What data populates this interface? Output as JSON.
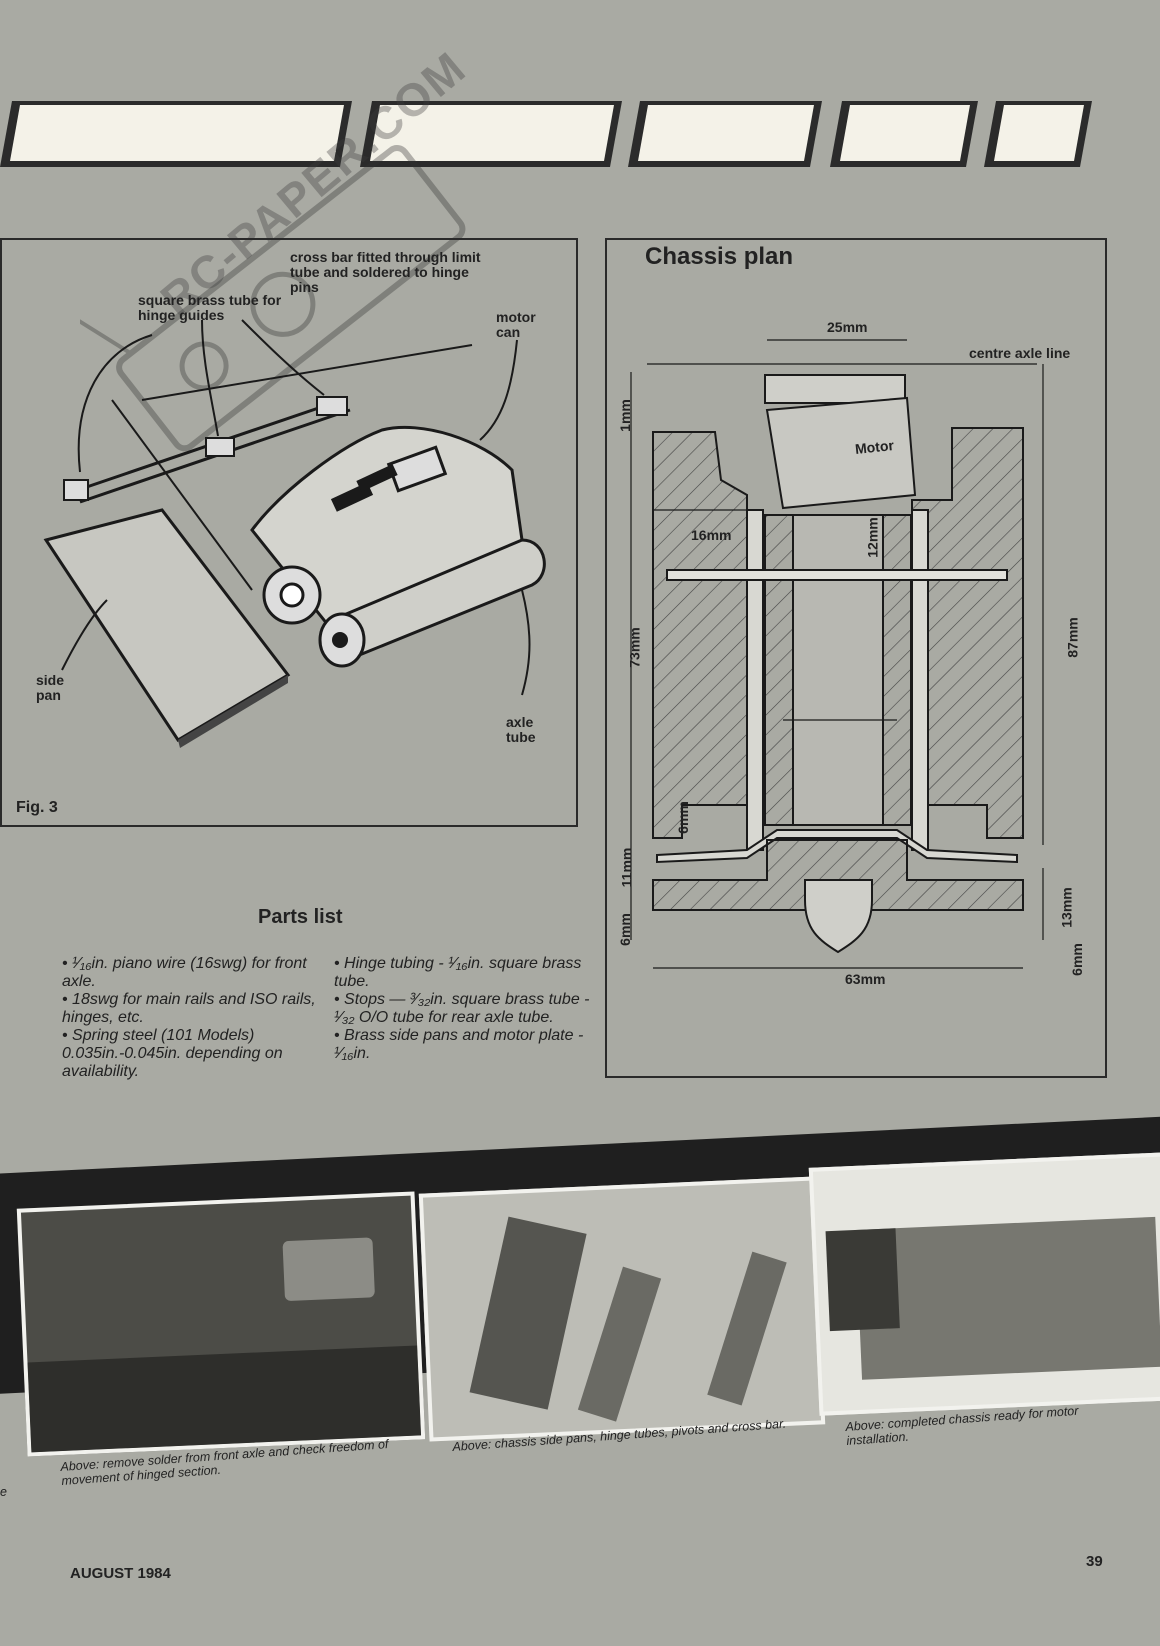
{
  "fig3": {
    "label_crossbar": "cross bar fitted through limit tube and soldered to hinge pins",
    "label_square_tube": "square brass tube for hinge guides",
    "label_motor_can": "motor can",
    "label_side_pan": "side pan",
    "label_axle_tube": "axle tube",
    "caption": "Fig. 3"
  },
  "chassis_plan": {
    "title": "Chassis plan",
    "dim_25": "25mm",
    "centre_axle_line": "centre axle line",
    "dim_1": "1mm",
    "motor": "Motor",
    "dim_16": "16mm",
    "dim_12": "12mm",
    "dim_73": "73mm",
    "dim_87": "87mm",
    "dim_6a": "6mm",
    "dim_11": "11mm",
    "dim_13": "13mm",
    "dim_6b": "6mm",
    "dim_6c": "6mm",
    "dim_63": "63mm"
  },
  "parts_list": {
    "title": "Parts list",
    "col1": [
      "• ¹⁄₁₆in. piano wire (16swg) for front axle.",
      "• 18swg for main rails and ISO rails, hinges, etc.",
      "• Spring steel (101 Models) 0.035in.-0.045in. depending on availability."
    ],
    "col2": [
      "• Hinge tubing - ¹⁄₁₆in. square brass tube.",
      "• Stops — ³⁄₃₂in. square brass tube - ¹⁄₃₂ O/O tube for rear axle tube.",
      "• Brass side pans and motor plate - ¹⁄₁₆in."
    ]
  },
  "photos": {
    "caption1": "Above: remove solder from front axle and check freedom of movement of hinged section.",
    "caption2": "Above: chassis side pans, hinge tubes, pivots and cross bar.",
    "caption3": "Above: completed chassis ready for motor installation.",
    "edge_fragment": "e"
  },
  "watermark": {
    "text": "RC-PAPER.COM"
  },
  "footer": {
    "date": "AUGUST 1984",
    "page_number": "39"
  }
}
